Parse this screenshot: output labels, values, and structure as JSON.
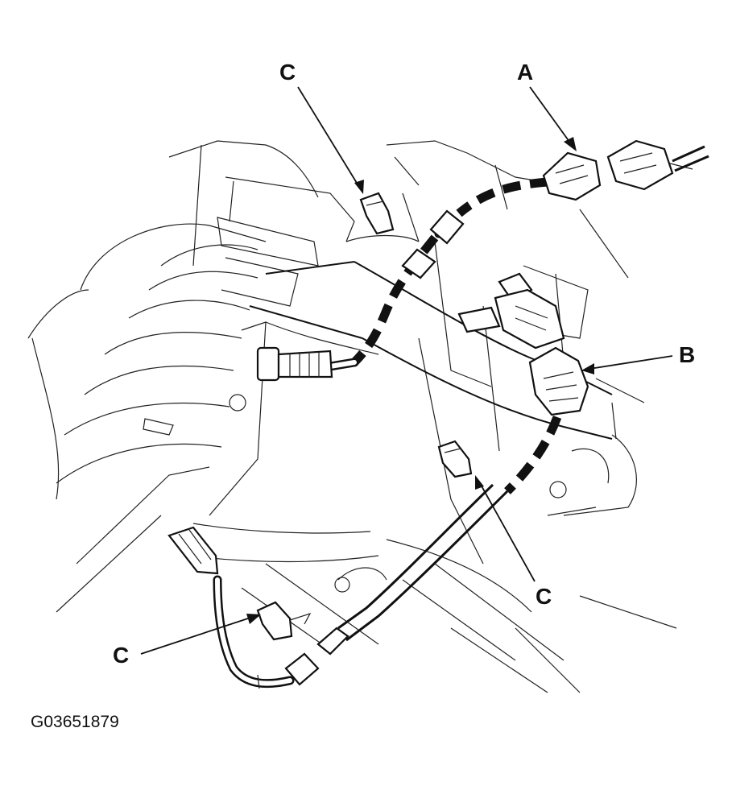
{
  "callouts": {
    "a": "A",
    "b": "B",
    "c_top": "C",
    "c_right": "C",
    "c_left": "C"
  },
  "figure_id": "G03651879"
}
